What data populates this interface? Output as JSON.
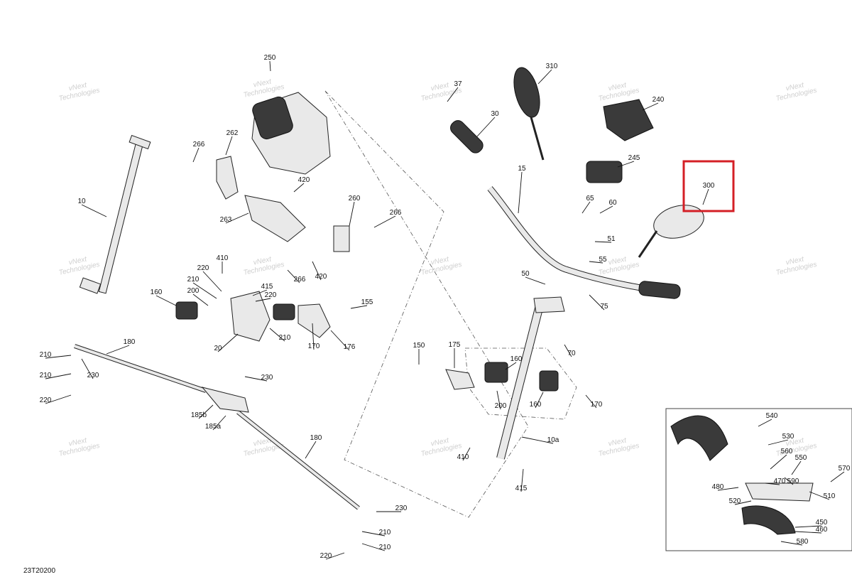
{
  "diagram": {
    "drawing_code": "23T20200",
    "highlight_part": "300",
    "watermark_text": [
      "vNext",
      "Technologies"
    ],
    "callouts": [
      "250",
      "266",
      "262",
      "420",
      "260",
      "266",
      "263",
      "10",
      "410",
      "266",
      "420",
      "220",
      "415",
      "220",
      "210",
      "200",
      "160",
      "155",
      "20",
      "210",
      "170",
      "176",
      "180",
      "210",
      "230",
      "210",
      "220",
      "185b",
      "185a",
      "230",
      "180",
      "230",
      "210",
      "210",
      "220",
      "310",
      "37",
      "30",
      "240",
      "245",
      "15",
      "300",
      "65",
      "60",
      "51",
      "55",
      "50",
      "75",
      "150",
      "175",
      "160",
      "70",
      "200",
      "160",
      "170",
      "10a",
      "410",
      "415",
      "540",
      "530",
      "560",
      "550",
      "570",
      "480",
      "470",
      "590",
      "510",
      "520",
      "450",
      "460",
      "580"
    ]
  }
}
